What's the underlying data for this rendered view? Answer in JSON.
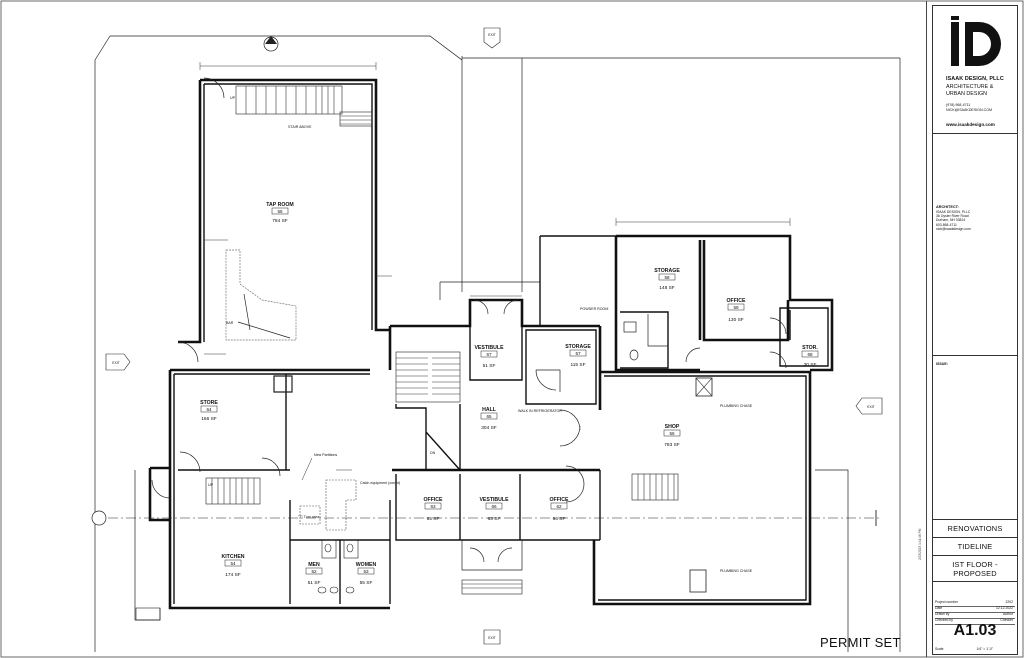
{
  "rooms": [
    {
      "id": "tap-room",
      "name": "TAP ROOM",
      "number": "55",
      "area": "784 SF"
    },
    {
      "id": "store",
      "name": "STORE",
      "number": "64",
      "area": "166 SF"
    },
    {
      "id": "kitchen",
      "name": "KITCHEN",
      "number": "54",
      "area": "174 SF"
    },
    {
      "id": "men",
      "name": "MEN",
      "number": "52",
      "area": "51 SF"
    },
    {
      "id": "women",
      "name": "WOMEN",
      "number": "53",
      "area": "55 SF"
    },
    {
      "id": "vestibule-north",
      "name": "VESTIBULE",
      "number": "67",
      "area": "51 SF"
    },
    {
      "id": "storage-57",
      "name": "STORAGE",
      "number": "57",
      "area": "115 SF"
    },
    {
      "id": "hall",
      "name": "HALL",
      "number": "65",
      "area": "304 SF"
    },
    {
      "id": "office-63",
      "name": "OFFICE",
      "number": "63",
      "area": "65 SF"
    },
    {
      "id": "vestibule-south",
      "name": "VESTIBULE",
      "number": "66",
      "area": "63 SF"
    },
    {
      "id": "office-62",
      "name": "OFFICE",
      "number": "62",
      "area": "66 SF"
    },
    {
      "id": "storage-58",
      "name": "STORAGE",
      "number": "58",
      "area": "148 SF"
    },
    {
      "id": "office-59",
      "name": "OFFICE",
      "number": "59",
      "area": "130 SF"
    },
    {
      "id": "stor-68",
      "name": "STOR.",
      "number": "68",
      "area": "30 SF"
    },
    {
      "id": "shop",
      "name": "SHOP",
      "number": "56",
      "area": "783 SF"
    }
  ],
  "notes": {
    "stair_above": "STAIR ABOVE",
    "up": "UP",
    "bar": "BAR",
    "new_partitions": "New Partitions",
    "catch_equipment": "Catch equipment (cont'd)",
    "t_turn": "\"T\" Turn area",
    "powder_room": "POWDER ROOM",
    "walk_in_refrigerator": "WALK IN REFRIGERATOR",
    "plumbing_chase_1": "PLUMBING CHASE",
    "plumbing_chase_2": "PLUMBING CHASE",
    "dn": "DN"
  },
  "exits": {
    "top": "EXIT",
    "left": "EXIT",
    "right": "EXIT",
    "bottom": "EXIT"
  },
  "title_block": {
    "firm_name": "ISAAK DESIGN, PLLC",
    "firm_line2": "ARCHITECTURE &",
    "firm_line3": "URBAN DESIGN",
    "phone": "(978) 968-4711",
    "email": "NICK@ISAAKDESIGN.COM",
    "website": "www.isaakdesign.com",
    "architect_label": "ARCHITECT:",
    "architect_name": "ISAAK DESIGN, PLLC",
    "architect_addr1": "36 Oyster River Road",
    "architect_addr2": "Durham, NH 03824",
    "architect_phone": "603-868-4711",
    "architect_email": "nick@isaakdesign.com",
    "issue_label": "ISSUE:",
    "project_name": "RENOVATIONS",
    "client": "TIDELINE",
    "sheet_title_1": "IST FLOOR -",
    "sheet_title_2": "PROPOSED",
    "project_number_label": "Project number",
    "project_number": "2202",
    "date_label": "Date",
    "date": "12.12.2022",
    "drawn_by_label": "Drawn by",
    "drawn_by": "Author",
    "checked_by_label": "Checked by",
    "checked_by": "Checker",
    "sheet_number": "A1.03",
    "scale_label": "Scale",
    "scale": "1/4\" = 1'-0\"",
    "stamp": "2/23/2023 1:41:46 PM"
  },
  "permit_label": "PERMIT SET"
}
